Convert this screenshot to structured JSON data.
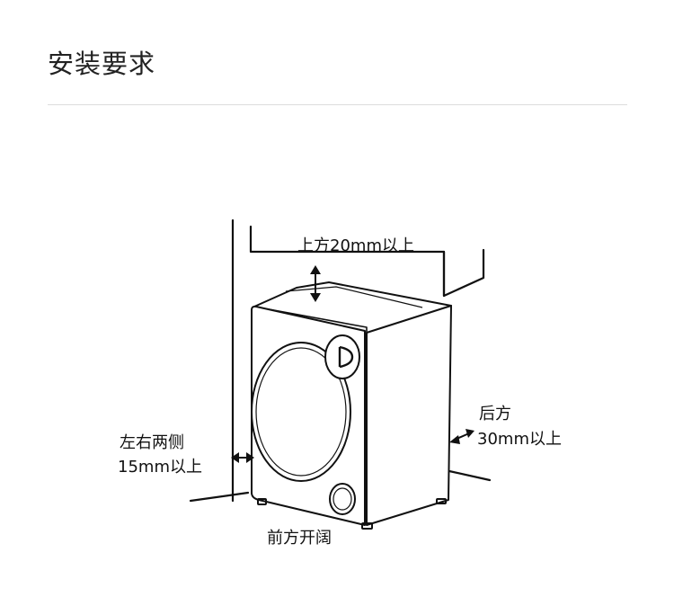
{
  "page": {
    "title": "安装要求"
  },
  "diagram": {
    "labels": {
      "top_clearance": "上方20mm以上",
      "side_clearance_title": "左右两侧",
      "side_clearance_value": "15mm以上",
      "rear_clearance_title": "后方",
      "rear_clearance_value": "30mm以上",
      "front_clearance": "前方开阔"
    },
    "icons": [
      "double-arrow-vertical-icon",
      "double-arrow-horizontal-icon",
      "double-arrow-diagonal-icon"
    ],
    "line_color": "#111111"
  }
}
